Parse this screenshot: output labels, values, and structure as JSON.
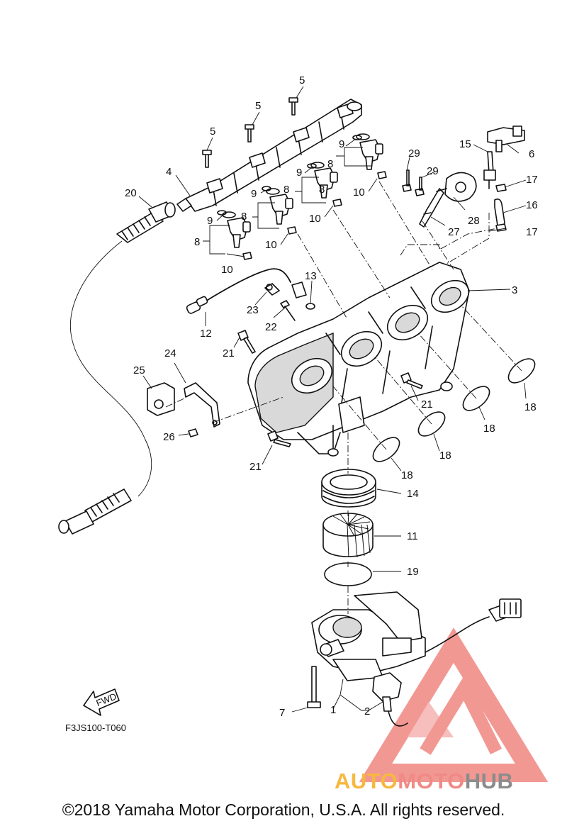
{
  "callouts": [
    {
      "id": "c5a",
      "label": "5"
    },
    {
      "id": "c5b",
      "label": "5"
    },
    {
      "id": "c5c",
      "label": "5"
    },
    {
      "id": "c4",
      "label": "4"
    },
    {
      "id": "c20",
      "label": "20"
    },
    {
      "id": "c9a",
      "label": "9"
    },
    {
      "id": "c8a",
      "label": "8"
    },
    {
      "id": "c8b",
      "label": "8"
    },
    {
      "id": "c10a",
      "label": "10"
    },
    {
      "id": "c9b",
      "label": "9"
    },
    {
      "id": "c8c",
      "label": "8"
    },
    {
      "id": "c10b",
      "label": "10"
    },
    {
      "id": "c9c",
      "label": "9"
    },
    {
      "id": "c8d",
      "label": "8"
    },
    {
      "id": "c10c",
      "label": "10"
    },
    {
      "id": "c9d",
      "label": "9"
    },
    {
      "id": "c8e",
      "label": "8"
    },
    {
      "id": "c10d",
      "label": "10"
    },
    {
      "id": "c29a",
      "label": "29"
    },
    {
      "id": "c29b",
      "label": "29"
    },
    {
      "id": "c28",
      "label": "28"
    },
    {
      "id": "c27",
      "label": "27"
    },
    {
      "id": "c15",
      "label": "15"
    },
    {
      "id": "c6",
      "label": "6"
    },
    {
      "id": "c17a",
      "label": "17"
    },
    {
      "id": "c16",
      "label": "16"
    },
    {
      "id": "c17b",
      "label": "17"
    },
    {
      "id": "c3",
      "label": "3"
    },
    {
      "id": "c13",
      "label": "13"
    },
    {
      "id": "c23",
      "label": "23"
    },
    {
      "id": "c22",
      "label": "22"
    },
    {
      "id": "c12",
      "label": "12"
    },
    {
      "id": "c21a",
      "label": "21"
    },
    {
      "id": "c24",
      "label": "24"
    },
    {
      "id": "c25",
      "label": "25"
    },
    {
      "id": "c26",
      "label": "26"
    },
    {
      "id": "c21b",
      "label": "21"
    },
    {
      "id": "c21c",
      "label": "21"
    },
    {
      "id": "c18a",
      "label": "18"
    },
    {
      "id": "c18b",
      "label": "18"
    },
    {
      "id": "c18c",
      "label": "18"
    },
    {
      "id": "c18d",
      "label": "18"
    },
    {
      "id": "c14",
      "label": "14"
    },
    {
      "id": "c11",
      "label": "11"
    },
    {
      "id": "c19",
      "label": "19"
    },
    {
      "id": "c7",
      "label": "7"
    },
    {
      "id": "c1",
      "label": "1"
    },
    {
      "id": "c2",
      "label": "2"
    }
  ],
  "fwd_label": "FWD",
  "figure_code": "F3JS100-T060",
  "watermark": {
    "part1": "AUTO",
    "part2": "MOTO",
    "part3": "HUB"
  },
  "copyright": "©2018 Yamaha Motor Corporation, U.S.A. All rights reserved."
}
